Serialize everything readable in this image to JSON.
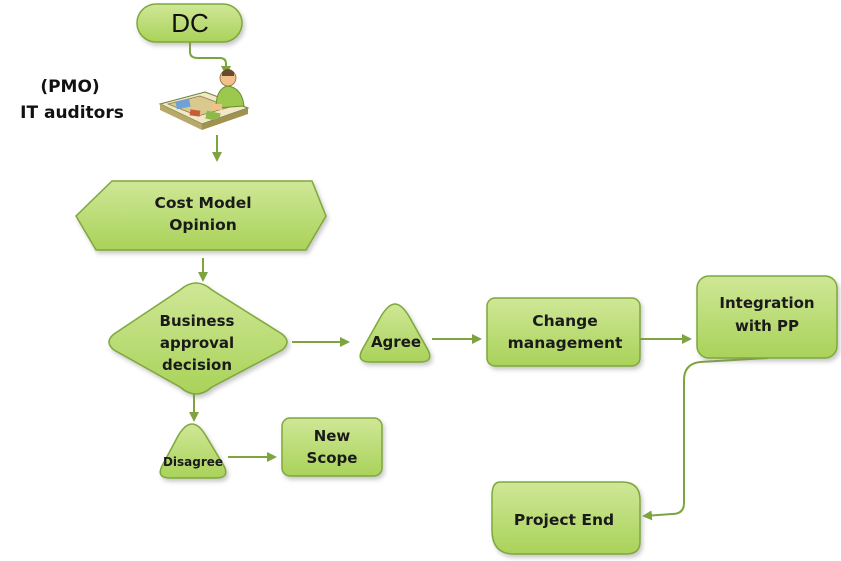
{
  "diagram": {
    "start": {
      "label": "DC"
    },
    "actor": {
      "line1": "(PMO)",
      "line2": "IT auditors",
      "icon": "person-at-desk-icon"
    },
    "cost_model": {
      "line1": "Cost Model",
      "line2": "Opinion"
    },
    "decision": {
      "line1": "Business",
      "line2": "approval",
      "line3": "decision"
    },
    "agree": {
      "label": "Agree"
    },
    "disagree": {
      "label": "Disagree"
    },
    "change_mgmt": {
      "line1": "Change",
      "line2": "management"
    },
    "integration": {
      "line1": "Integration",
      "line2": "with PP"
    },
    "new_scope": {
      "line1": "New",
      "line2": "Scope"
    },
    "project_end": {
      "label": "Project End"
    }
  },
  "colors": {
    "shape_fill": "#b5d96a",
    "shape_fill_light": "#cfe796",
    "shape_stroke": "#7fa83a",
    "arrow": "#7da43e"
  }
}
